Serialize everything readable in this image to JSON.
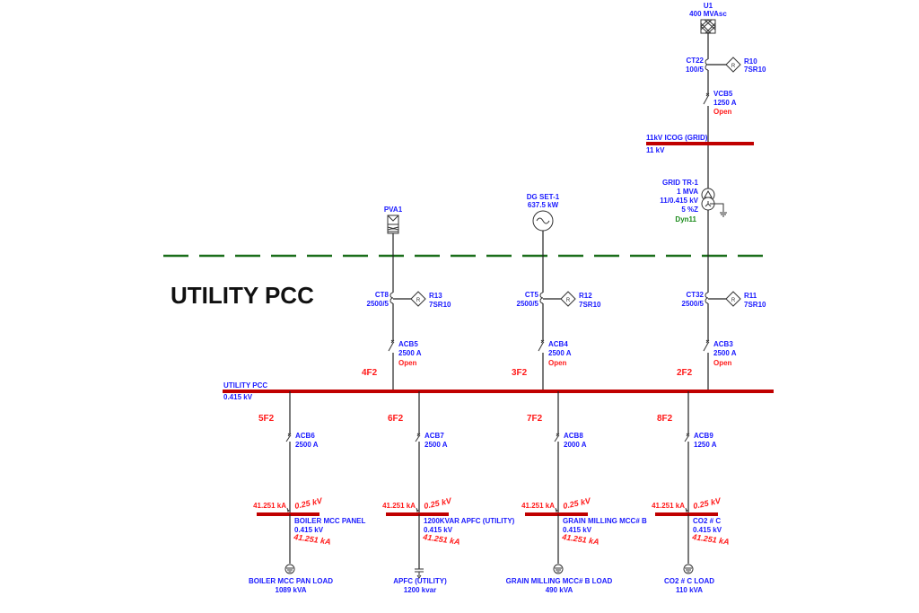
{
  "title": "UTILITY PCC",
  "colors": {
    "bus": "#c00000",
    "label": "#1a1aff",
    "alert": "#ff1a1a",
    "boundary": "#1a6e1a",
    "vector_group": "#1a8a1a"
  },
  "utility": {
    "name": "U1",
    "rating": "400 MVAsc"
  },
  "ct22": {
    "name": "CT22",
    "ratio": "100/5"
  },
  "r10": {
    "name": "R10",
    "model": "7SR10",
    "glyph": "R"
  },
  "vcb5": {
    "name": "VCB5",
    "rating": "1250 A",
    "state": "Open"
  },
  "bus_11kv": {
    "name": "11kV ICOG (GRID)",
    "voltage": "11 kV"
  },
  "grid_tr": {
    "name": "GRID TR-1",
    "rating": "1 MVA",
    "voltage": "11/0.415 kV",
    "impedance": "5 %Z",
    "vector_group": "Dyn11"
  },
  "pva": {
    "name": "PVA1"
  },
  "dg": {
    "name": "DG SET-1",
    "rating": "637.5 kW"
  },
  "incomers": [
    {
      "ct": "CT8",
      "ct_ratio": "2500/5",
      "relay": "R13",
      "relay_model": "7SR10",
      "breaker": "ACB5",
      "rating": "2500 A",
      "state": "Open",
      "feeder": "4F2"
    },
    {
      "ct": "CT5",
      "ct_ratio": "2500/5",
      "relay": "R12",
      "relay_model": "7SR10",
      "breaker": "ACB4",
      "rating": "2500 A",
      "state": "Open",
      "feeder": "3F2"
    },
    {
      "ct": "CT32",
      "ct_ratio": "2500/5",
      "relay": "R11",
      "relay_model": "7SR10",
      "breaker": "ACB3",
      "rating": "2500 A",
      "state": "Open",
      "feeder": "2F2"
    }
  ],
  "main_bus": {
    "name": "UTILITY PCC",
    "voltage": "0.415 kV"
  },
  "outgoings": [
    {
      "feeder": "5F2",
      "breaker": "ACB6",
      "rating": "2500 A",
      "fault_left": "41.251 kA",
      "fault_v": "0.25 kV",
      "bus": "BOILER MCC PANEL",
      "bus_voltage": "0.415 kV",
      "fault_below": "41.251 kA",
      "load": "BOILER MCC PAN LOAD",
      "load_rating": "1089 kVA",
      "load_type": "motor-load"
    },
    {
      "feeder": "6F2",
      "breaker": "ACB7",
      "rating": "2500 A",
      "fault_left": "41.251 kA",
      "fault_v": "0.25 kV",
      "bus": "1200KVAR APFC (UTILITY)",
      "bus_voltage": "0.415 kV",
      "fault_below": "41.251 kA",
      "load": "APFC (UTILITY)",
      "load_rating": "1200 kvar",
      "load_type": "capacitor"
    },
    {
      "feeder": "7F2",
      "breaker": "ACB8",
      "rating": "2000 A",
      "fault_left": "41.251 kA",
      "fault_v": "0.25 kV",
      "bus": "GRAIN MILLING MCC# B",
      "bus_voltage": "0.415 kV",
      "fault_below": "41.251 kA",
      "load": "GRAIN MILLING MCC# B LOAD",
      "load_rating": "490 kVA",
      "load_type": "motor-load"
    },
    {
      "feeder": "8F2",
      "breaker": "ACB9",
      "rating": "1250 A",
      "fault_left": "41.251 kA",
      "fault_v": "0.25 kV",
      "bus": "CO2 # C",
      "bus_voltage": "0.415 kV",
      "fault_below": "41.251 kA",
      "load": "CO2 # C LOAD",
      "load_rating": "110 kVA",
      "load_type": "motor-load"
    }
  ]
}
